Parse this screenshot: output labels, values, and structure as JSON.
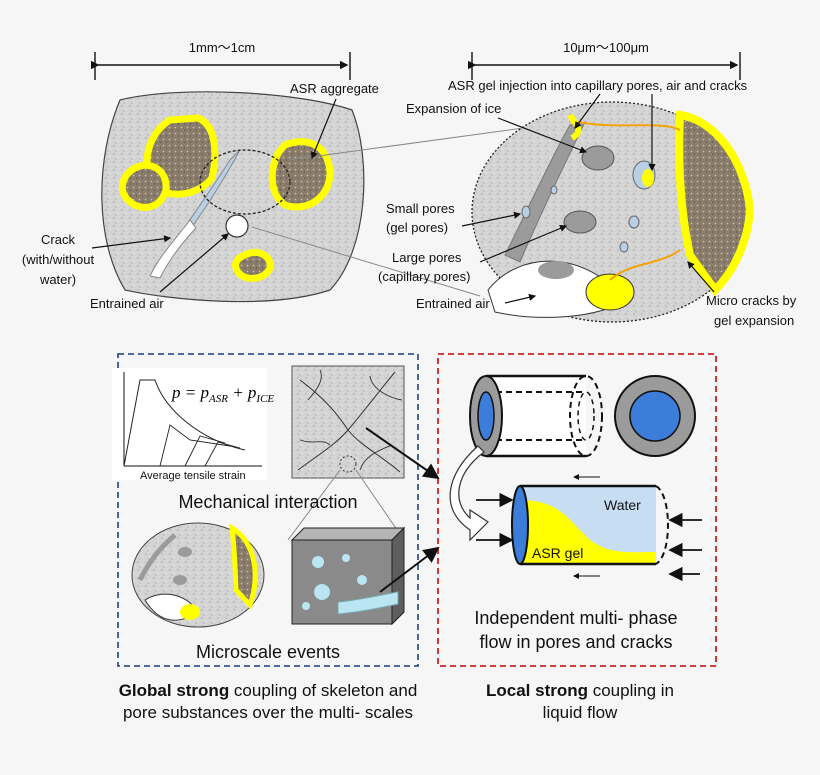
{
  "top_left": {
    "scale": "1mm～1cm",
    "asr_aggregate": "ASR aggregate",
    "crack": [
      "Crack",
      "(with/without",
      "water)"
    ],
    "entrained_air": "Entrained air"
  },
  "top_right": {
    "scale": "10μm～100μm",
    "gel_injection": "ASR gel injection into capillary pores, air and cracks",
    "expansion_ice": "Expansion of ice",
    "small_pores": [
      "Small pores",
      "(gel pores)"
    ],
    "large_pores": [
      "Large pores",
      "(capillary pores)"
    ],
    "entrained_air": "Entrained air",
    "micro_cracks": [
      "Micro cracks by",
      "gel expansion"
    ]
  },
  "mechanical": {
    "equation": "p = p",
    "eq_sub1": "ASR",
    "eq_plus": " + p",
    "eq_sub2": "ICE",
    "xlabel": "Average tensile strain",
    "title": "Mechanical interaction"
  },
  "microscale": {
    "title": "Microscale events"
  },
  "flow": {
    "water": "Water",
    "asr_gel": "ASR gel",
    "title_line1": "Independent multi- phase",
    "title_line2": "flow in pores and cracks"
  },
  "caption_left": {
    "bold": "Global strong",
    "rest1": " coupling of skeleton and",
    "line2": "pore substances over the multi- scales"
  },
  "caption_right": {
    "bold": "Local strong",
    "rest1": " coupling in",
    "line2": "liquid flow"
  },
  "colors": {
    "gel_yellow": "#ffff00",
    "aggregate_brown": "#8b7d6b",
    "water_blue": "#3b7dd8",
    "frame_blue": "#33558f",
    "frame_red": "#cc2222"
  }
}
